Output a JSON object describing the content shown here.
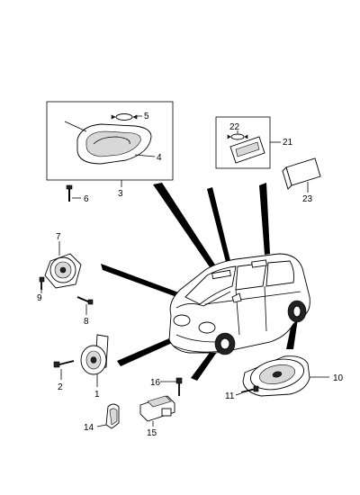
{
  "diagram": {
    "callouts": [
      "1",
      "2",
      "3",
      "4",
      "5",
      "6",
      "7",
      "8",
      "9",
      "10",
      "11",
      "14",
      "15",
      "16",
      "21",
      "22",
      "23"
    ]
  }
}
